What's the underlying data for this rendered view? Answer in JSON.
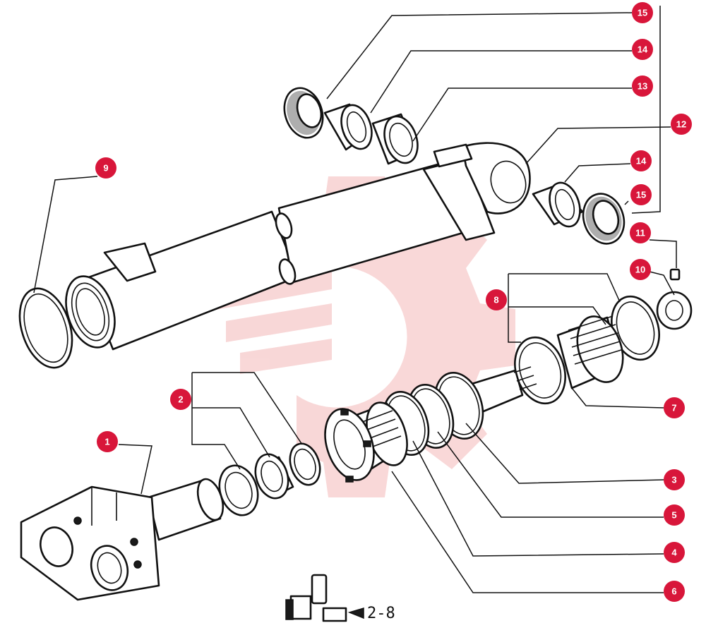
{
  "callouts": [
    "1",
    "2",
    "3",
    "4",
    "5",
    "6",
    "7",
    "8",
    "9",
    "10",
    "11",
    "12",
    "13",
    "14",
    "14",
    "15",
    "15"
  ],
  "reference": "2-8",
  "colors": {
    "callout": "#d8163a",
    "line": "#111111",
    "watermark": "#f4b8b8"
  }
}
